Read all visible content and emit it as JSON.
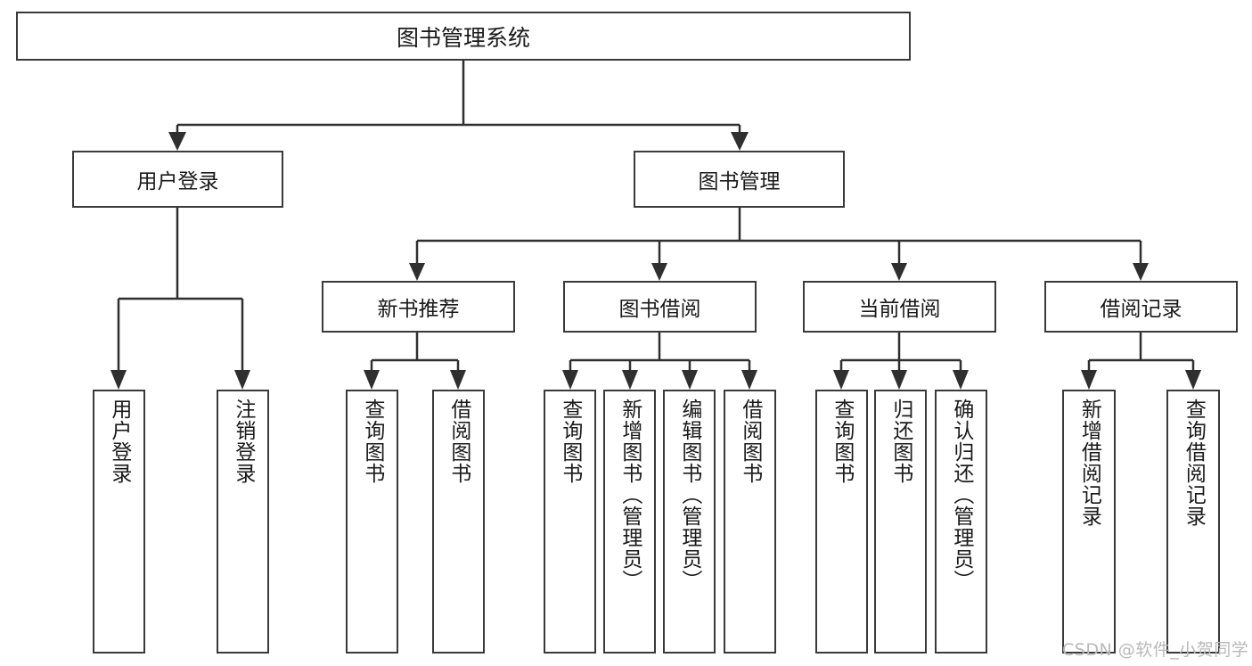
{
  "diagram": {
    "title_node": {
      "label": "图书管理系统"
    },
    "level2": [
      {
        "id": "user-login",
        "label": "用户登录"
      },
      {
        "id": "book-manage",
        "label": "图书管理"
      }
    ],
    "level3": [
      {
        "id": "new-book-recommend",
        "label": "新书推荐"
      },
      {
        "id": "book-borrow",
        "label": "图书借阅"
      },
      {
        "id": "current-borrow",
        "label": "当前借阅"
      },
      {
        "id": "borrow-record",
        "label": "借阅记录"
      }
    ],
    "leaves": [
      {
        "id": "leaf-user-login",
        "label": "用户登录"
      },
      {
        "id": "leaf-logout-login",
        "label": "注销登录"
      },
      {
        "id": "leaf-query-book-1",
        "label": "查询图书"
      },
      {
        "id": "leaf-borrow-book-1",
        "label": "借阅图书"
      },
      {
        "id": "leaf-query-book-2",
        "label": "查询图书"
      },
      {
        "id": "leaf-add-book-admin",
        "label": "新增图书（管理员）"
      },
      {
        "id": "leaf-edit-book-admin",
        "label": "编辑图书（管理员）"
      },
      {
        "id": "leaf-borrow-book-2",
        "label": "借阅图书"
      },
      {
        "id": "leaf-query-book-3",
        "label": "查询图书"
      },
      {
        "id": "leaf-return-book",
        "label": "归还图书"
      },
      {
        "id": "leaf-confirm-return-admin",
        "label": "确认归还（管理员）"
      },
      {
        "id": "leaf-add-borrow-record",
        "label": "新增借阅记录"
      },
      {
        "id": "leaf-query-borrow-record",
        "label": "查询借阅记录"
      }
    ]
  },
  "watermark": {
    "text": "CSDN @软件_小贺同学"
  },
  "colors": {
    "box_border": "#3a3a3a",
    "wire": "#2f2f2f",
    "background": "#ffffff",
    "text": "#1a1a1a",
    "watermark": "#b9b9b9"
  }
}
